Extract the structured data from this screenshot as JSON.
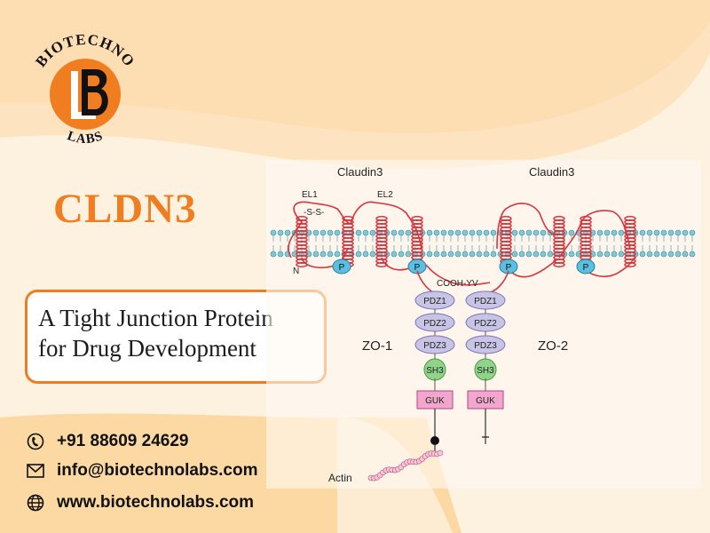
{
  "logo": {
    "top_text": "BIOTECHNO",
    "bottom_text": "LABS",
    "monogram": "LB"
  },
  "title": "CLDN3",
  "tagline": {
    "line1": "A Tight Junction Protein",
    "line2": "for Drug Development"
  },
  "contact": {
    "phone": "+91 88609 24629",
    "email": "info@biotechnolabs.com",
    "website": "www.biotechnolabs.com"
  },
  "diagram": {
    "claudin_left": "Claudin3",
    "claudin_right": "Claudin3",
    "el1": "EL1",
    "el2": "EL2",
    "disulfide": "-S-S-",
    "n_term": "N",
    "cooh": "COOH-YV",
    "phospho": "P",
    "zo1": "ZO-1",
    "zo2": "ZO-2",
    "domains": [
      "PDZ1",
      "PDZ2",
      "PDZ3",
      "SH3",
      "GUK"
    ],
    "actin": "Actin"
  },
  "colors": {
    "orange": "#f07d1f",
    "helix": "#d9333b",
    "membrane": "#7ec9d8",
    "pdz": "#c8c4e6",
    "sh3": "#8fd48a",
    "guk": "#f1a6cd"
  },
  "icons": {
    "phone": "phone-icon",
    "email": "envelope-icon",
    "website": "globe-icon"
  }
}
